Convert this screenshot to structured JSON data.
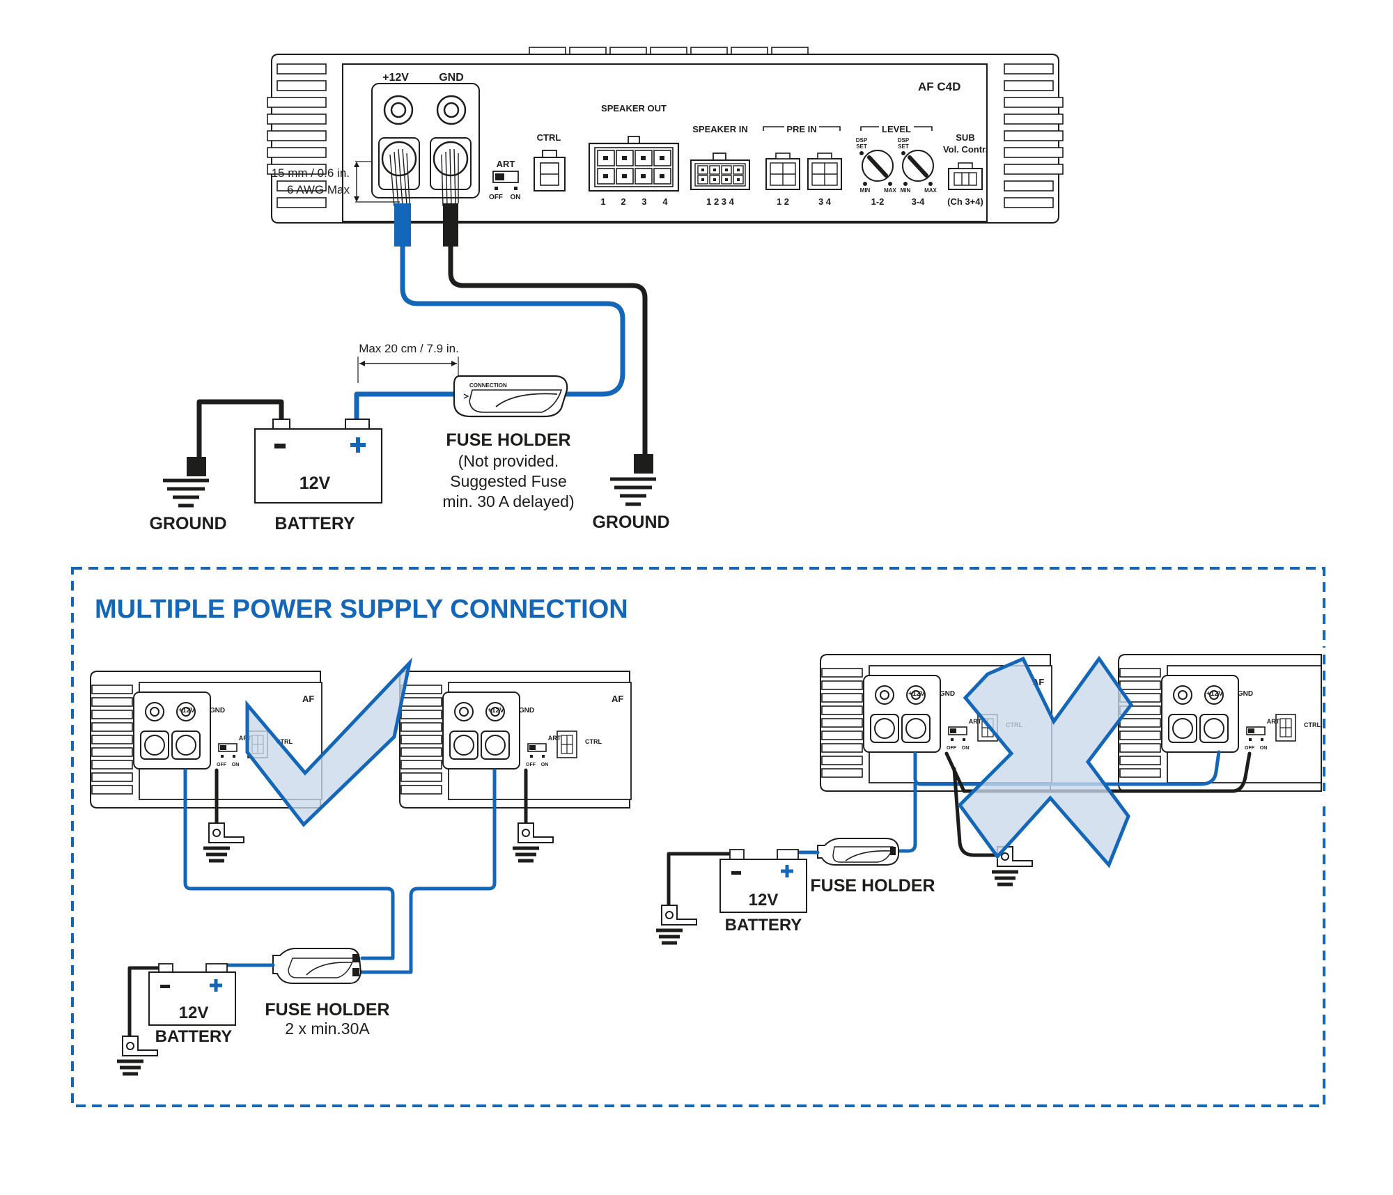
{
  "main_diagram": {
    "model": "AF C4D",
    "power_terminals": {
      "plus": "+12V",
      "gnd": "GND"
    },
    "cable_spec": {
      "length": "15 mm / 0.6 in.",
      "gauge": "6 AWG Max"
    },
    "art_switch": {
      "label": "ART",
      "off": "OFF",
      "on": "ON"
    },
    "ctrl_label": "CTRL",
    "speaker_out": {
      "label": "SPEAKER OUT",
      "pins": [
        "1",
        "2",
        "3",
        "4"
      ]
    },
    "speaker_in": {
      "label": "SPEAKER IN",
      "pins": "1 2 3 4"
    },
    "pre_in": {
      "label": "PRE IN",
      "pins_a": "1 2",
      "pins_b": "3 4"
    },
    "level": {
      "label": "LEVEL",
      "dsp": "DSP",
      "set": "SET",
      "min": "MIN",
      "max": "MAX",
      "ch_a": "1-2",
      "ch_b": "3-4"
    },
    "sub": {
      "line1": "SUB",
      "line2": "Vol. Contr.",
      "line3": "(Ch 3+4)"
    },
    "fuse_distance": "Max 20 cm / 7.9 in.",
    "fuse_brand": "CONNECTION",
    "fuse_holder": {
      "title": "FUSE HOLDER",
      "note1": "(Not provided.",
      "note2": "Suggested Fuse",
      "note3": "min. 30 A delayed)"
    },
    "battery": {
      "voltage": "12V",
      "label": "BATTERY",
      "minus": "−",
      "plus": "+"
    },
    "ground_left": "GROUND",
    "ground_right": "GROUND"
  },
  "multiple_section": {
    "title": "MULTIPLE POWER SUPPLY CONNECTION",
    "amp_model": "AF",
    "amp_plus": "+12V",
    "amp_gnd": "GND",
    "amp_art": "ART",
    "amp_off": "OFF",
    "amp_on": "ON",
    "amp_ctrl": "CTRL",
    "correct": {
      "fuse_holder": "FUSE HOLDER",
      "fuse_note": "2 x min.30A",
      "battery_voltage": "12V",
      "battery_label": "BATTERY"
    },
    "wrong": {
      "fuse_holder": "FUSE HOLDER",
      "battery_voltage": "12V",
      "battery_label": "BATTERY"
    }
  },
  "colors": {
    "accent": "#1466b8",
    "ink": "#1d1d1b",
    "mark_fill": "#c9d9ea"
  }
}
